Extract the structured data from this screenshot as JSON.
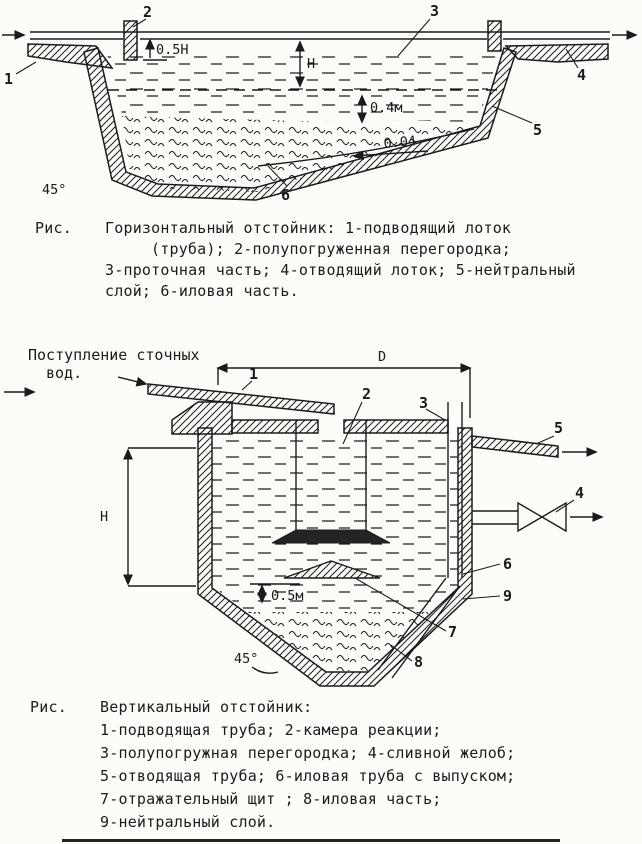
{
  "figure1": {
    "caption_label": "Рис.",
    "caption_lines": [
      "Горизонтальный отстойник: 1-подводящий лоток",
      "(труба); 2-полупогруженная перегородка;",
      "3-проточная часть; 4-отводящий лоток; 5-нейтральный",
      "слой; 6-иловая часть."
    ],
    "callouts": {
      "c1": "1",
      "c2": "2",
      "c3": "3",
      "c4": "4",
      "c5": "5",
      "c6": "6"
    },
    "dimensions": {
      "half_height": "0.5H",
      "height": "H",
      "neutral_depth": "0.4м",
      "slope": "0.04",
      "angle": "45°"
    }
  },
  "figure2": {
    "caption_label": "Рис.",
    "inflow_note_lines": [
      "Поступление сточных",
      "вод."
    ],
    "caption_lines": [
      "Вертикальный отстойник:",
      "1-подводящая труба; 2-камера реакции;",
      "3-полупогружная перегородка; 4-сливной желоб;",
      "5-отводящая труба; 6-иловая труба с выпуском;",
      "7-отражательный щит ;  8-иловая часть;",
      "9-нейтральный слой."
    ],
    "callouts": {
      "c1": "1",
      "c2": "2",
      "c3": "3",
      "c4": "4",
      "c5": "5",
      "c6": "6",
      "c7": "7",
      "c8": "8",
      "c9": "9"
    },
    "dimensions": {
      "diameter": "D",
      "height": "H",
      "bottom_gap": "0.5м",
      "angle": "45°"
    }
  }
}
